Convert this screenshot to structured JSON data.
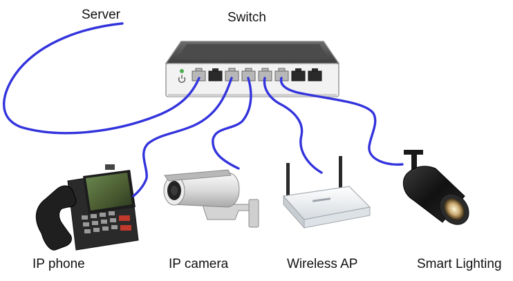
{
  "labels": {
    "server": "Server",
    "switch": "Switch",
    "ip_phone": "IP phone",
    "ip_camera": "IP camera",
    "wireless_ap": "Wireless AP",
    "smart_lighting": "Smart Lighting"
  },
  "colors": {
    "cable": "#3333dd",
    "port_connected": "#b8b8b8",
    "port_empty": "#2a2a2a",
    "switch_body": "#f2f2f2",
    "switch_top": "#5a5a5a",
    "led": "#4caf50"
  },
  "icons": [
    "switch-icon",
    "ip-phone-icon",
    "ip-camera-icon",
    "wireless-ap-icon",
    "spotlight-icon",
    "power-icon"
  ]
}
